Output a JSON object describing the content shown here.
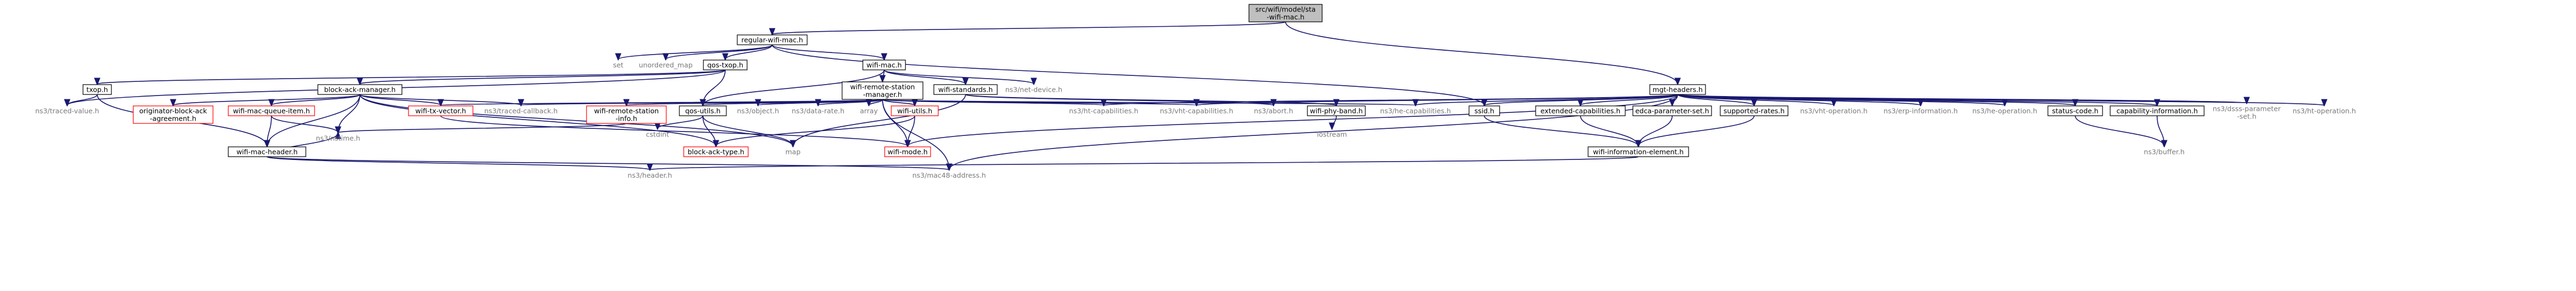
{
  "nodes": {
    "root": [
      "src/wifi/model/sta",
      "-wifi-mac.h"
    ],
    "regular_wifi_mac": [
      "regular-wifi-mac.h"
    ],
    "set": [
      "set"
    ],
    "unordered_map": [
      "unordered_map"
    ],
    "qos_txop": [
      "qos-txop.h"
    ],
    "wifi_mac": [
      "wifi-mac.h"
    ],
    "mgt_headers": [
      "mgt-headers.h"
    ],
    "txop": [
      "txop.h"
    ],
    "traced_value": [
      "ns3/traced-value.h"
    ],
    "block_ack_manager": [
      "block-ack-manager.h"
    ],
    "originator_block_ack": [
      "originator-block-ack",
      "-agreement.h"
    ],
    "wifi_mac_queue_item": [
      "wifi-mac-queue-item.h"
    ],
    "nstime": [
      "ns3/nstime.h"
    ],
    "wifi_tx_vector": [
      "wifi-tx-vector.h"
    ],
    "traced_callback": [
      "ns3/traced-callback.h"
    ],
    "wifi_mac_header": [
      "wifi-mac-header.h"
    ],
    "header": [
      "ns3/header.h"
    ],
    "wifi_remote_station_manager": [
      "wifi-remote-station",
      "-manager.h"
    ],
    "wifi_standards": [
      "wifi-standards.h"
    ],
    "net_device": [
      "ns3/net-device.h"
    ],
    "wifi_remote_station_info": [
      "wifi-remote-station",
      "-info.h"
    ],
    "qos_utils": [
      "qos-utils.h"
    ],
    "object": [
      "ns3/object.h"
    ],
    "data_rate": [
      "ns3/data-rate.h"
    ],
    "array": [
      "array"
    ],
    "wifi_utils": [
      "wifi-utils.h"
    ],
    "ht_capabilities": [
      "ns3/ht-capabilities.h"
    ],
    "vht_capabilities": [
      "ns3/vht-capabilities.h"
    ],
    "abort": [
      "ns3/abort.h"
    ],
    "wifi_phy_band": [
      "wifi-phy-band.h"
    ],
    "he_capabilities": [
      "ns3/he-capabilities.h"
    ],
    "ssid": [
      "ssid.h"
    ],
    "extended_capabilities": [
      "extended-capabilities.h"
    ],
    "edca_parameter_set": [
      "edca-parameter-set.h"
    ],
    "supported_rates": [
      "supported-rates.h"
    ],
    "vht_operation": [
      "ns3/vht-operation.h"
    ],
    "erp_information": [
      "ns3/erp-information.h"
    ],
    "he_operation": [
      "ns3/he-operation.h"
    ],
    "status_code": [
      "status-code.h"
    ],
    "capability_information": [
      "capability-information.h"
    ],
    "bss_parameter_set": [
      "ns3/dsss-parameter",
      "-set.h"
    ],
    "ht_operation": [
      "ns3/ht-operation.h"
    ],
    "buffer": [
      "ns3/buffer.h"
    ],
    "wifi_information_element": [
      "wifi-information-element.h"
    ],
    "block_ack_type": [
      "block-ack-type.h"
    ],
    "map": [
      "map"
    ],
    "wifi_mode": [
      "wifi-mode.h"
    ],
    "mac48_address": [
      "ns3/mac48-address.h"
    ],
    "iostream": [
      "iostream"
    ],
    "cstdint": [
      "cstdint"
    ]
  },
  "colors": {
    "edge": "#191970",
    "root_fill": "#bfbfbf",
    "doc_border": "#000000",
    "missing_border": "#ff0000",
    "external_text": "#7a7a7a"
  }
}
